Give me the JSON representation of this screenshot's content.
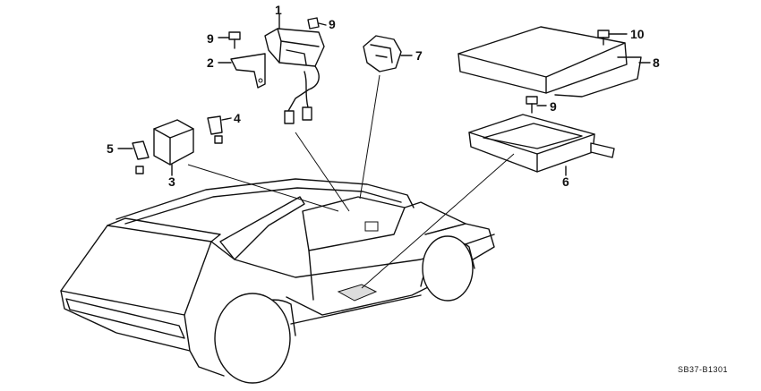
{
  "labels": {
    "p1": "1",
    "p2": "2",
    "p3": "3",
    "p4": "4",
    "p5": "5",
    "p6": "6",
    "p7": "7",
    "p8": "8",
    "p9a": "9",
    "p9b": "9",
    "p9c": "9",
    "p10": "10"
  },
  "diagram_code": "SB37-B1301"
}
